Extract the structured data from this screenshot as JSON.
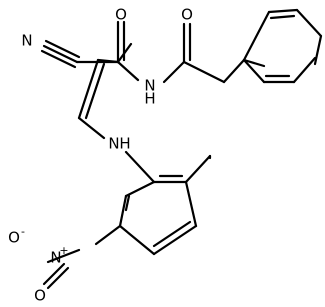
{
  "molecule": {
    "colors": {
      "bond": "#000000",
      "text": "#000000",
      "background": "#ffffff"
    },
    "atoms": {
      "nitrile_n": "N",
      "amide_o": "O",
      "imide_n": "N",
      "imide_h": "H",
      "acyl_o": "O",
      "amine_n": "N",
      "amine_h": "H",
      "nitro_n": "N",
      "nitro_n_charge": "+",
      "nitro_o_top": "O",
      "nitro_o_top_charge": "-",
      "nitro_o_bottom": "O"
    }
  }
}
